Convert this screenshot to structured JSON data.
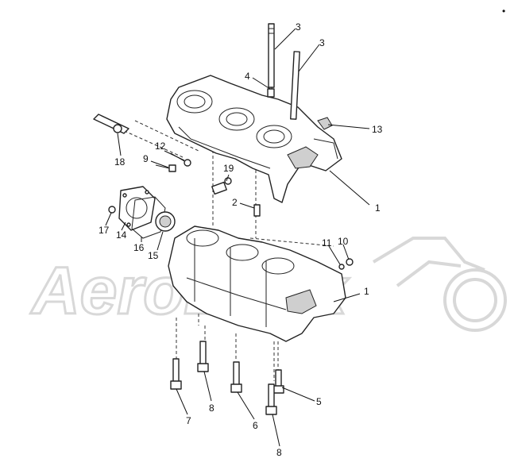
{
  "watermark": {
    "text": "AeroBoxx"
  },
  "callouts": [
    {
      "id": "c3a",
      "label": "3"
    },
    {
      "id": "c3b",
      "label": "3"
    },
    {
      "id": "c4",
      "label": "4"
    },
    {
      "id": "c13",
      "label": "13"
    },
    {
      "id": "c1a",
      "label": "1"
    },
    {
      "id": "c12",
      "label": "12"
    },
    {
      "id": "c9",
      "label": "9"
    },
    {
      "id": "c18",
      "label": "18"
    },
    {
      "id": "c19",
      "label": "19"
    },
    {
      "id": "c2",
      "label": "2"
    },
    {
      "id": "c17",
      "label": "17"
    },
    {
      "id": "c14",
      "label": "14"
    },
    {
      "id": "c16",
      "label": "16"
    },
    {
      "id": "c15",
      "label": "15"
    },
    {
      "id": "c11",
      "label": "11"
    },
    {
      "id": "c10",
      "label": "10"
    },
    {
      "id": "c1b",
      "label": "1"
    },
    {
      "id": "c7",
      "label": "7"
    },
    {
      "id": "c8a",
      "label": "8"
    },
    {
      "id": "c6",
      "label": "6"
    },
    {
      "id": "c5",
      "label": "5"
    },
    {
      "id": "c8b",
      "label": "8"
    }
  ],
  "corner_mark": "•"
}
